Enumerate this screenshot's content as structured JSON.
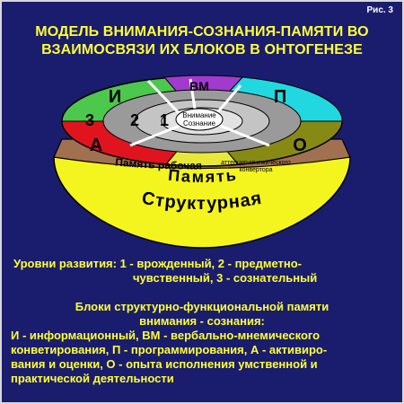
{
  "figure_label": "Рис. 3",
  "title": {
    "line1": "МОДЕЛЬ ВНИМАНИЯ-СОЗНАНИЯ-ПАМЯТИ ВО",
    "line2": "ВЗАИМОСВЯЗИ ИХ БЛОКОВ В ОНТОГЕНЕЗЕ"
  },
  "diagram": {
    "block_i": "И",
    "block_vm": "ВМ",
    "block_p": "П",
    "block_a": "А",
    "block_o": "О",
    "level_1": "1",
    "level_2": "2",
    "level_3": "3",
    "center_line1": "Внимание",
    "center_line2": "Сознание",
    "working_memory": "Память рабочая",
    "converter_line1": "аттенцио-мнемического",
    "converter_line2": "конвертора",
    "structural_letters": [
      "С",
      "т",
      "р",
      "у",
      "к",
      "т",
      "у",
      "р",
      "н",
      "а",
      "я"
    ],
    "memory_letters": [
      "П",
      "а",
      "м",
      "я",
      "т",
      "ь"
    ]
  },
  "levels": {
    "line1": "Уровни развития: 1 - врожденный, 2 - предметно-",
    "line2": "чувственный, 3 - сознательный"
  },
  "blocks": {
    "heading1": "Блоки структурно-функциональной памяти",
    "heading2": "внимания - сознания:",
    "desc1": "И - информационный, ВМ - вербально-мнемического",
    "desc2": "конветирования, П - программирования, А - активиро-",
    "desc3": "вания и оценки, О - опыта исполнения умственной и",
    "desc4": "практической деятельности"
  },
  "colors": {
    "background": "#1a1d6e",
    "title": "#ffff33",
    "green": "#4cc84c",
    "purple": "#a23ad0",
    "cyan": "#22d8e0",
    "red": "#e0141e",
    "olive": "#868a14",
    "yellow": "#f4f41e",
    "brown": "#a07050"
  }
}
